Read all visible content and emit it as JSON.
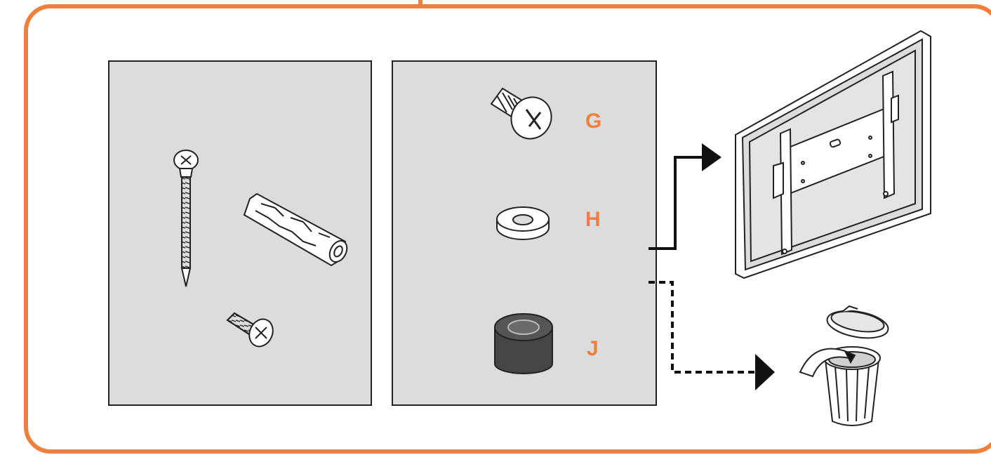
{
  "colors": {
    "accent": "#f07f3c",
    "panel": "#dcdcdc",
    "outline": "#222222"
  },
  "parts": {
    "left_panel": [
      "wood-screw-icon",
      "wall-plug-icon",
      "countersunk-screw-icon"
    ],
    "right_panel": [
      {
        "label": "G",
        "icon": "machine-screw-icon"
      },
      {
        "label": "H",
        "icon": "washer-icon"
      },
      {
        "label": "J",
        "icon": "spacer-icon"
      }
    ]
  },
  "outcomes": {
    "used": "tv-with-bracket-icon",
    "discard": "trash-can-icon"
  }
}
